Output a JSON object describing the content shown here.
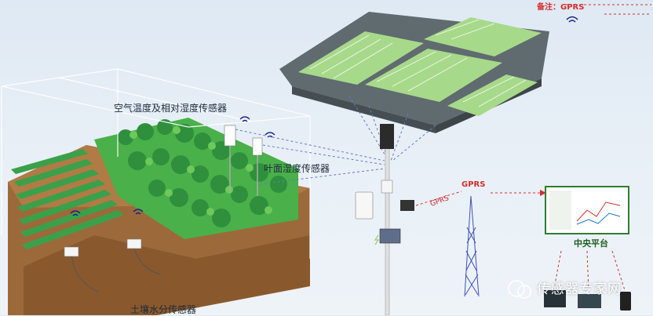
{
  "note": {
    "text": "备注：GPRS"
  },
  "labels": {
    "air_sensor": "空气温度及相对湿度传感器",
    "leaf_sensor": "叶面湿度传感器",
    "soil_sensor": "土壤水分传感器",
    "gprs": "GPRS",
    "gprs_link": "GPRS",
    "central_platform": "中央平台"
  },
  "brand": {
    "text": "传感器专家网"
  },
  "colors": {
    "link_dashed": "#6a78c4",
    "gprs_red": "#d32f2f",
    "platform_frame": "#2e7d32",
    "crop_green": "#4caf50",
    "soil": "#8b5a2b",
    "tower": "#3f51b5"
  }
}
